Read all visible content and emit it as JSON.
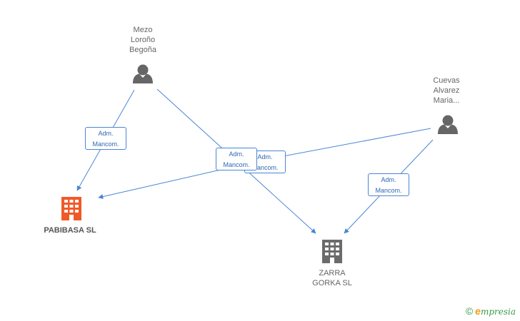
{
  "nodes": {
    "person_mezo": {
      "name_lines": [
        "Mezo",
        "Loroño",
        "Begoña"
      ],
      "icon": "person-icon"
    },
    "person_cuevas": {
      "name_lines": [
        "Cuevas",
        "Alvarez",
        "Maria..."
      ],
      "icon": "person-icon"
    },
    "company_pabibasa": {
      "name_lines": [
        "PABIBASA SL"
      ],
      "icon": "building-icon",
      "color": "#f05a28"
    },
    "company_zarra": {
      "name_lines": [
        "ZARRA",
        "GORKA SL"
      ],
      "icon": "building-icon",
      "color": "#6b6b6b"
    }
  },
  "edges": [
    {
      "from": "person_mezo",
      "to": "company_pabibasa",
      "label_lines": [
        "Adm.",
        "Mancom."
      ]
    },
    {
      "from": "person_mezo",
      "to": "company_zarra",
      "label_lines": [
        "Adm.",
        "Mancom."
      ]
    },
    {
      "from": "person_cuevas",
      "to": "company_pabibasa",
      "label_lines": [
        "Adm.",
        "Mancom."
      ]
    },
    {
      "from": "person_cuevas",
      "to": "company_zarra",
      "label_lines": [
        "Adm.",
        "Mancom."
      ]
    }
  ],
  "colors": {
    "edge": "#4a86d4",
    "person": "#666666"
  },
  "watermark": {
    "copyright": "©",
    "brand_initial": "e",
    "brand_rest": "mpresia"
  }
}
